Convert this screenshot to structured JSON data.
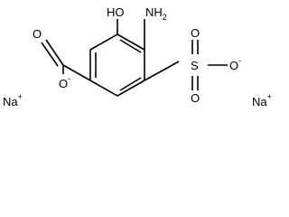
{
  "molecule": {
    "atoms": {
      "hydroxyl": "HO",
      "amino": "NH",
      "amino_sub": "2",
      "sulfur": "S",
      "oxygen": "O",
      "anion_charge": "-",
      "sodium": "Na",
      "cation_charge": "+"
    }
  },
  "colors": {
    "bond": "#000000",
    "text": "#000000",
    "background": "#ffffff"
  }
}
